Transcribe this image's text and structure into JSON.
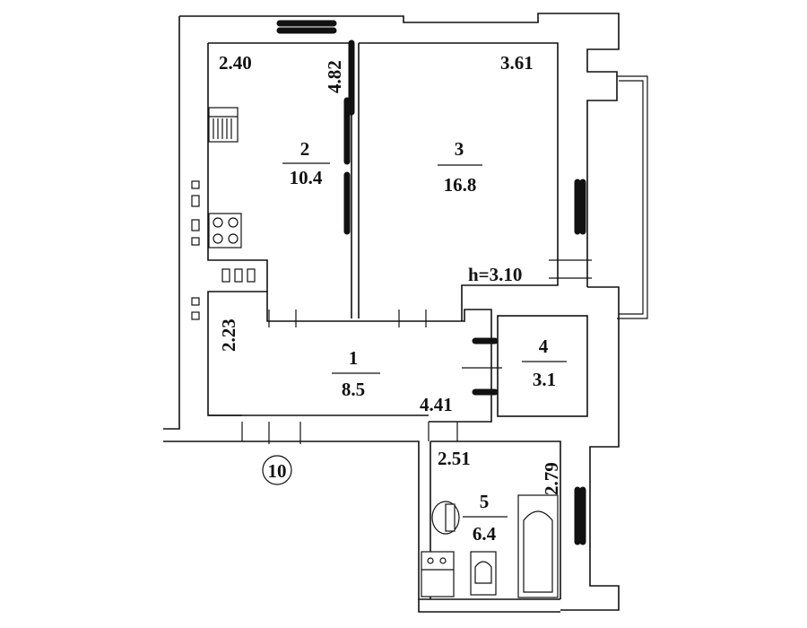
{
  "rooms": [
    {
      "id": "1",
      "area": "8.5"
    },
    {
      "id": "2",
      "area": "10.4"
    },
    {
      "id": "3",
      "area": "16.8"
    },
    {
      "id": "4",
      "area": "3.1"
    },
    {
      "id": "5",
      "area": "6.4"
    }
  ],
  "dimensions": {
    "kitchen_width": "2.40",
    "kitchen_length": "4.82",
    "living_width": "3.61",
    "ceiling_height": "h=3.10",
    "hall_width": "2.23",
    "hall_length": "4.41",
    "bath_width": "2.51",
    "bath_length": "2.79"
  },
  "apartment_number": "10"
}
